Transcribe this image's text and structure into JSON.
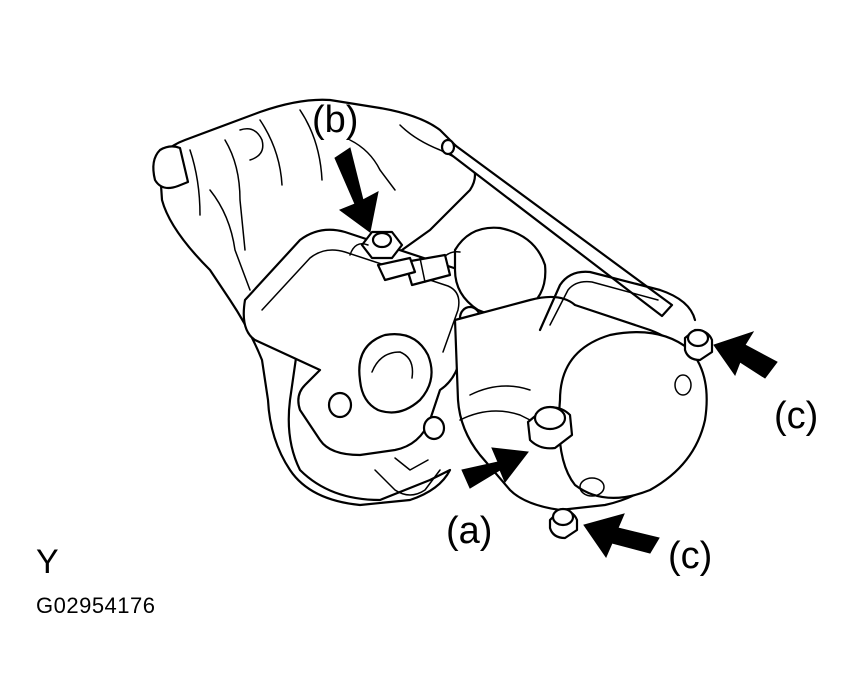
{
  "callouts": {
    "a": "(a)",
    "b": "(b)",
    "c_upper": "(c)",
    "c_lower": "(c)"
  },
  "view_letter": "Y",
  "figure_id": "G02954176"
}
